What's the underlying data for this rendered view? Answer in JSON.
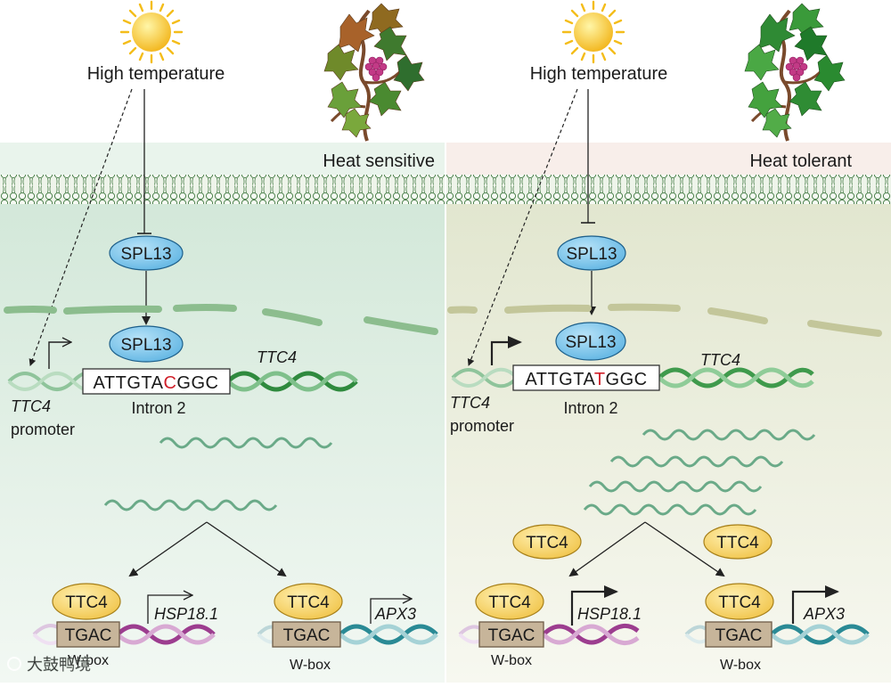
{
  "left": {
    "stimulus": "High temperature",
    "phenotype": "Heat sensitive",
    "spl13_cyto": "SPL13",
    "spl13_nuc": "SPL13",
    "gene": "TTC4",
    "promoter_gene": "TTC4",
    "promoter_word": "promoter",
    "seq_before": "ATTGTA",
    "seq_snp": "C",
    "seq_after": "GGC",
    "intron": "Intron 2",
    "ttc4_a": "TTC4",
    "ttc4_b": "TTC4",
    "tgac_a": "TGAC",
    "tgac_b": "TGAC",
    "hsp": "HSP18.1",
    "apx": "APX3",
    "wbox_a": "W-box",
    "wbox_b": "W-box"
  },
  "right": {
    "stimulus": "High temperature",
    "phenotype": "Heat tolerant",
    "spl13_cyto": "SPL13",
    "spl13_nuc": "SPL13",
    "gene": "TTC4",
    "promoter_gene": "TTC4",
    "promoter_word": "promoter",
    "seq_before": "ATTGTA",
    "seq_snp": "T",
    "seq_after": "GGC",
    "intron": "Intron 2",
    "ttc4_free_a": "TTC4",
    "ttc4_free_b": "TTC4",
    "ttc4_a": "TTC4",
    "ttc4_b": "TTC4",
    "tgac_a": "TGAC",
    "tgac_b": "TGAC",
    "hsp": "HSP18.1",
    "apx": "APX3",
    "wbox_a": "W-box",
    "wbox_b": "W-box"
  },
  "watermark": "大鼓鸭境",
  "colors": {
    "snp": "#d0202a",
    "spl13_fill": "#6fbfe8",
    "ttc4_fill": "#f4cf5c",
    "mrna": "#6aaa88",
    "gene_helix": "#2f8a3e",
    "hsp_helix": "#9c3d8f",
    "apx_helix": "#2a8a95",
    "nucleus_envelope": "#7cae7c"
  }
}
